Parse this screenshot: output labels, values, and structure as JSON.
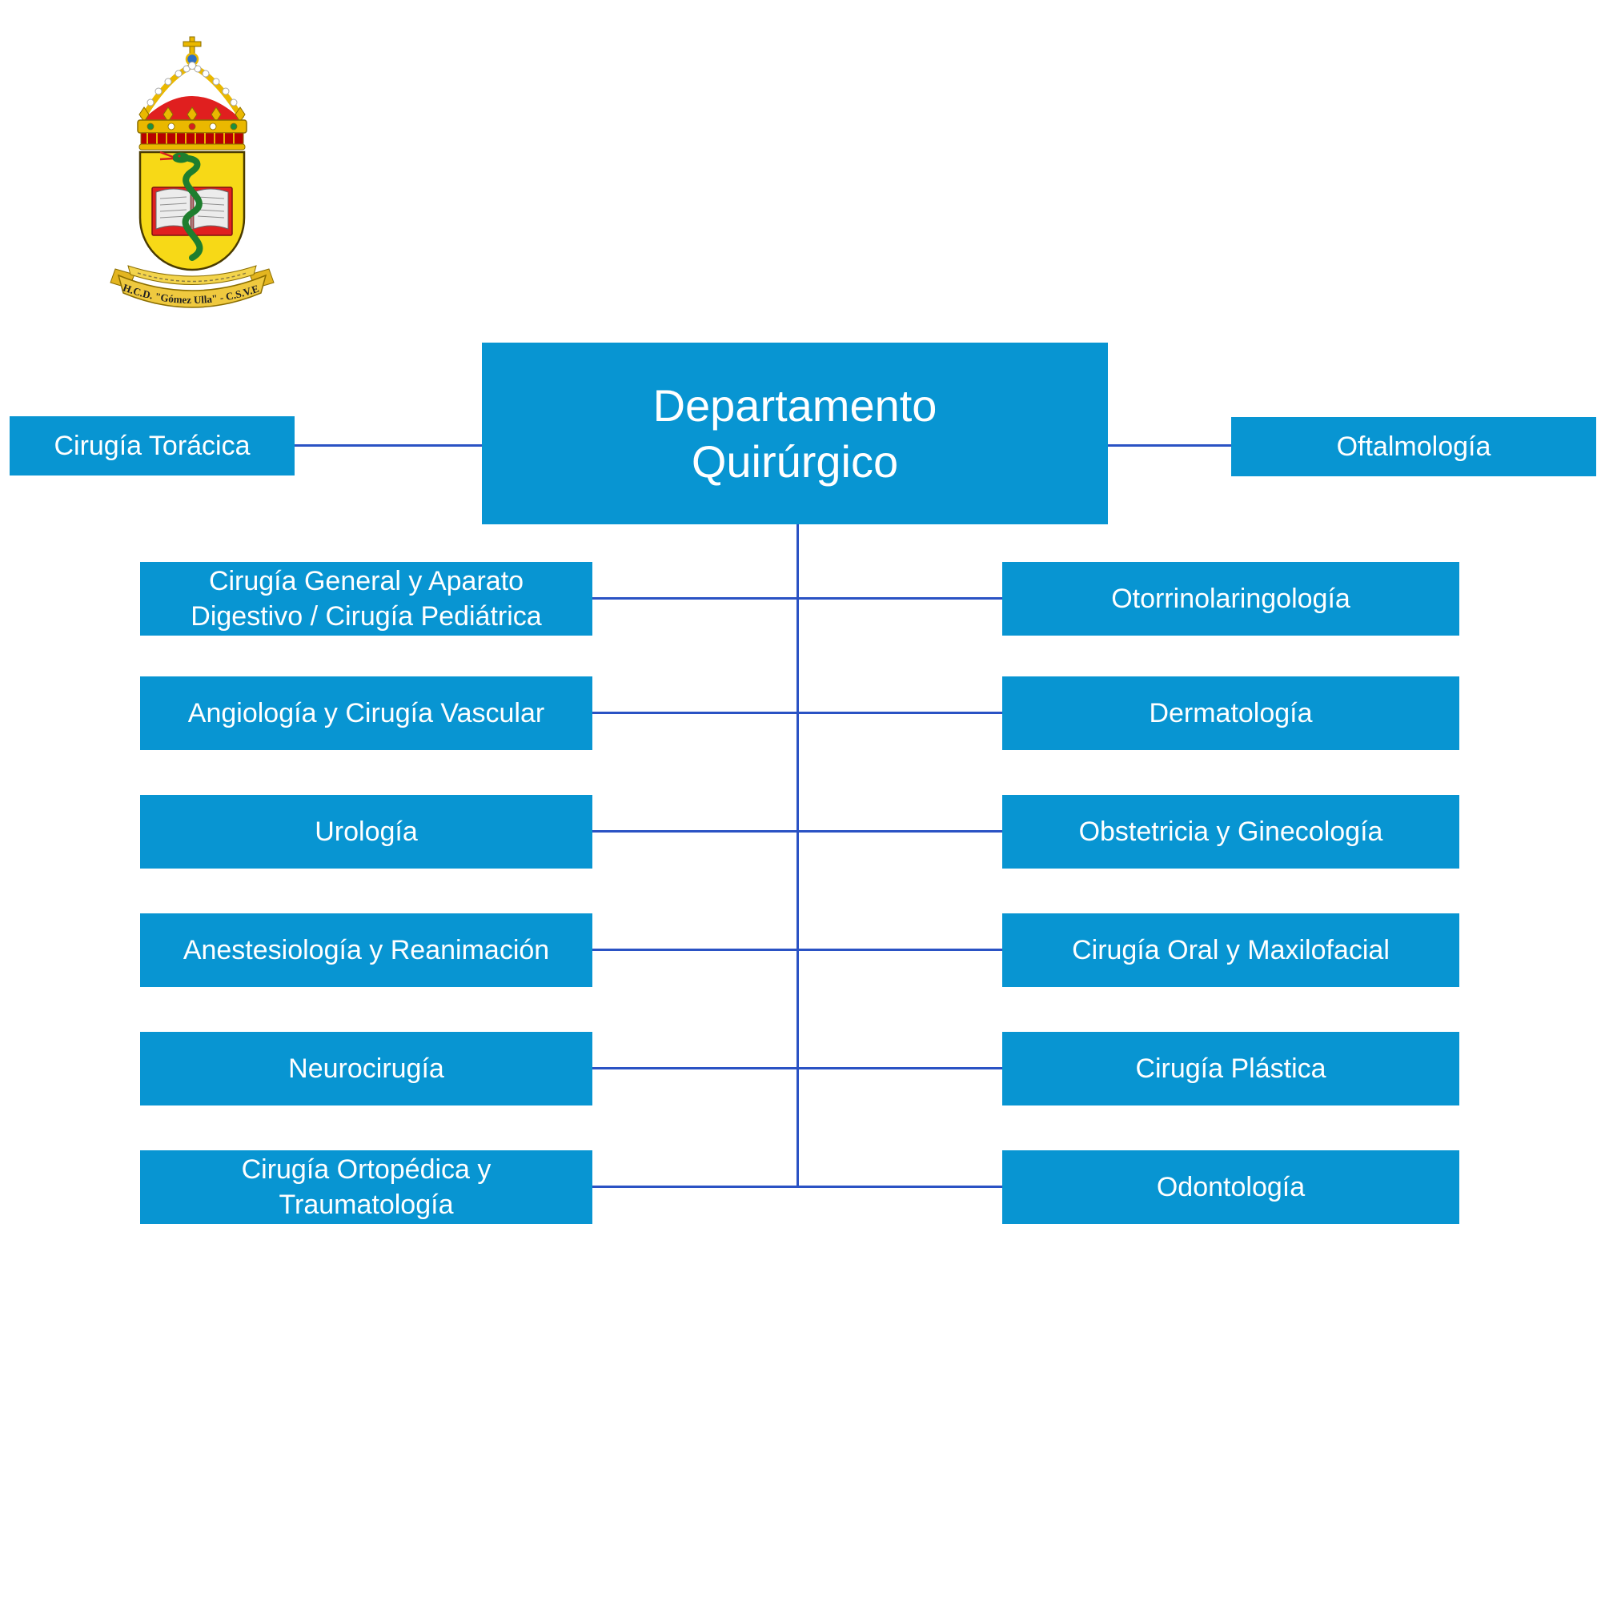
{
  "logo": {
    "type": "hospital-heraldic-crest",
    "banner_text": "H.C.D. \"Gómez Ulla\" - C.S.V.E."
  },
  "org": {
    "root": "Departamento Quirúrgico",
    "top_left": "Cirugía Torácica",
    "top_right": "Oftalmología",
    "left": [
      "Cirugía General y Aparato Digestivo / Cirugía Pediátrica",
      "Angiología y Cirugía Vascular",
      "Urología",
      "Anestesiología y Reanimación",
      "Neurocirugía",
      "Cirugía Ortopédica y Traumatología"
    ],
    "right": [
      "Otorrinolaringología",
      "Dermatología",
      "Obstetricia y Ginecología",
      "Cirugía Oral y Maxilofacial",
      "Cirugía Plástica",
      "Odontología"
    ]
  },
  "colors": {
    "node_fill": "#0895d2",
    "node_text": "#ffffff",
    "connector": "#2a52c4",
    "shield_yellow": "#f7d917",
    "crown_red": "#e01f1f",
    "crest_gold": "#eab800",
    "serpent_green": "#1e7e2e"
  }
}
